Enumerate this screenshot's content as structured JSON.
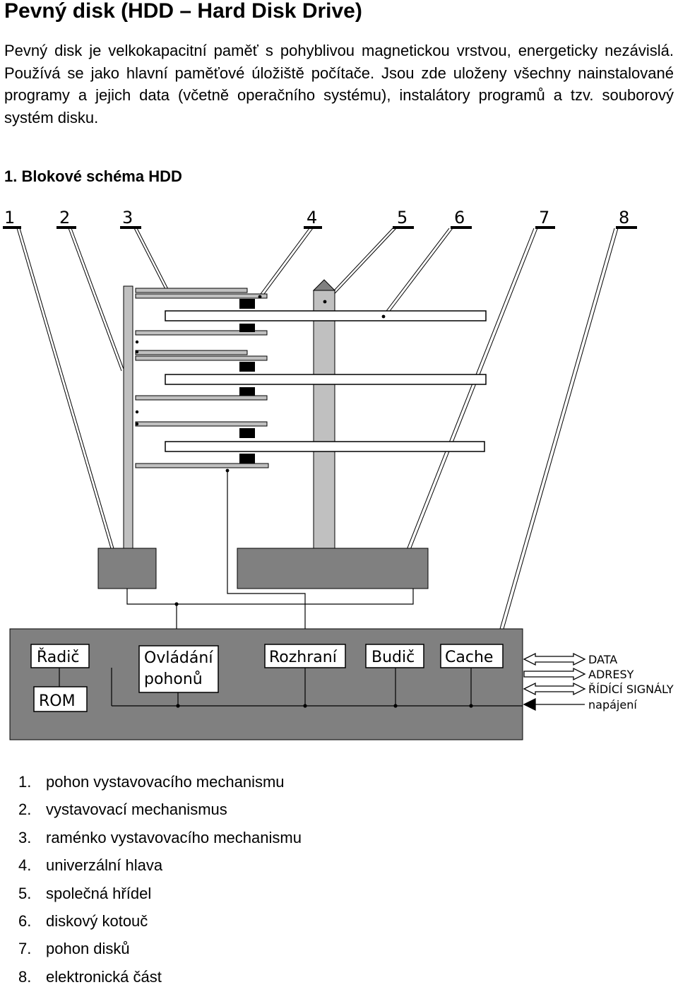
{
  "page": {
    "title": "Pevný disk (HDD – Hard Disk Drive)",
    "intro": "Pevný disk je velkokapacitní paměť s pohyblivou magnetickou vrstvou, energeticky nezávislá. Používá se jako hlavní paměťové úložiště počítače. Jsou zde uloženy všechny nainstalované programy a jejich data (včetně operačního systému), instalátory programů a tzv. souborový systém disku.",
    "section_heading": "1. Blokové schéma HDD"
  },
  "diagram": {
    "callout_numbers": [
      "1",
      "2",
      "3",
      "4",
      "5",
      "6",
      "7",
      "8"
    ],
    "electronics": {
      "radic": "Řadič",
      "rom": "ROM",
      "ovladani_line1": "Ovládání",
      "ovladani_line2": "pohonů",
      "rozhrani": "Rozhraní",
      "budic": "Budič",
      "cache": "Cache"
    },
    "signals": [
      "DATA",
      "ADRESY",
      "ŘÍDÍCÍ SIGNÁLY",
      "napájení"
    ]
  },
  "legend": [
    {
      "num": "1.",
      "text": "pohon vystavovacího mechanismu"
    },
    {
      "num": "2.",
      "text": "vystavovací mechanismus"
    },
    {
      "num": "3.",
      "text": "raménko vystavovacího mechanismu"
    },
    {
      "num": "4.",
      "text": "univerzální hlava"
    },
    {
      "num": "5.",
      "text": "společná hřídel"
    },
    {
      "num": "6.",
      "text": "diskový kotouč"
    },
    {
      "num": "7.",
      "text": "pohon disků"
    },
    {
      "num": "8.",
      "text": "elektronická část"
    }
  ],
  "colors": {
    "board_gray": "#808080",
    "light_gray": "#c0c0c0",
    "ink": "#000000",
    "paper": "#ffffff"
  }
}
